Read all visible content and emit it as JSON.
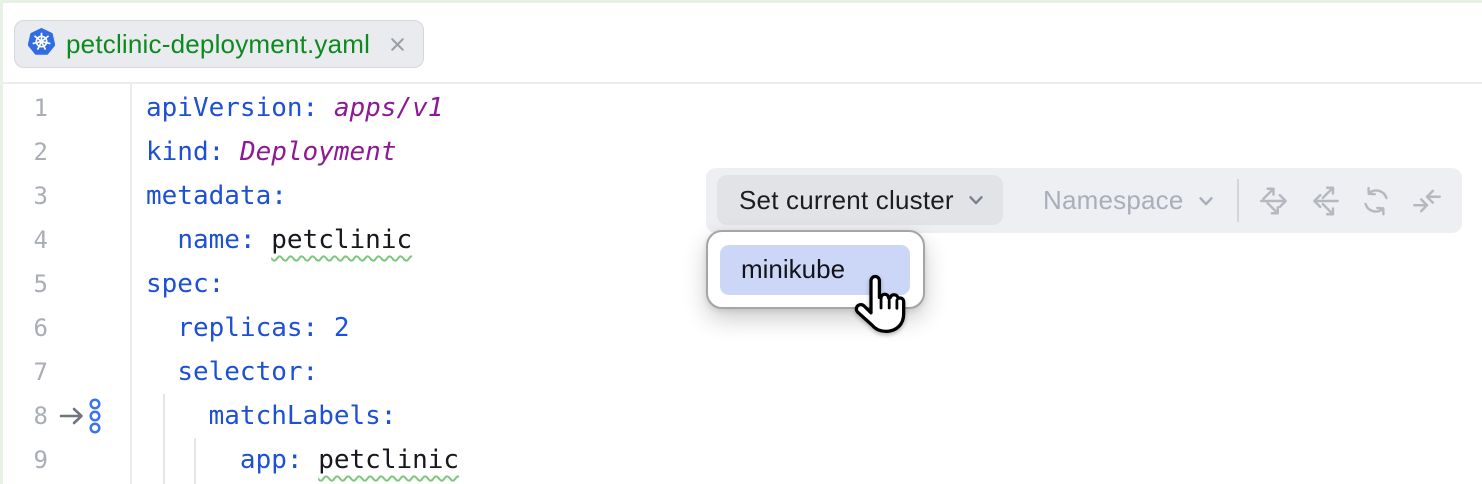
{
  "tab_bar": {
    "tab": {
      "filename": "petclinic-deployment.yaml",
      "icon": "kubernetes-icon"
    }
  },
  "editor": {
    "language": "yaml",
    "lines": [
      {
        "num": "1",
        "tokens": [
          [
            "key",
            "apiVersion:"
          ],
          [
            "plain",
            " "
          ],
          [
            "tag",
            "apps/v1"
          ]
        ]
      },
      {
        "num": "2",
        "tokens": [
          [
            "key",
            "kind:"
          ],
          [
            "plain",
            " "
          ],
          [
            "tag",
            "Deployment"
          ]
        ]
      },
      {
        "num": "3",
        "tokens": [
          [
            "key",
            "metadata:"
          ]
        ]
      },
      {
        "num": "4",
        "tokens": [
          [
            "plain",
            "  "
          ],
          [
            "key",
            "name:"
          ],
          [
            "plain",
            " "
          ],
          [
            "typo",
            "petclinic"
          ]
        ]
      },
      {
        "num": "5",
        "tokens": [
          [
            "key",
            "spec:"
          ]
        ]
      },
      {
        "num": "6",
        "tokens": [
          [
            "plain",
            "  "
          ],
          [
            "key",
            "replicas:"
          ],
          [
            "plain",
            " "
          ],
          [
            "num",
            "2"
          ]
        ]
      },
      {
        "num": "7",
        "tokens": [
          [
            "plain",
            "  "
          ],
          [
            "key",
            "selector:"
          ]
        ]
      },
      {
        "num": "8",
        "gutter_icon": "related-resource-icon",
        "tokens": [
          [
            "plain",
            "    "
          ],
          [
            "key",
            "matchLabels:"
          ]
        ]
      },
      {
        "num": "9",
        "tokens": [
          [
            "plain",
            "      "
          ],
          [
            "key",
            "app:"
          ],
          [
            "plain",
            " "
          ],
          [
            "typo",
            "petclinic"
          ]
        ]
      }
    ]
  },
  "toolbar": {
    "cluster_button": {
      "label": "Set current cluster",
      "icon": "chevron-down-icon"
    },
    "namespace_button": {
      "label": "Namespace",
      "icon": "chevron-down-icon",
      "disabled": true
    },
    "icons": [
      {
        "name": "apply-to-cluster-icon",
        "disabled": true
      },
      {
        "name": "compare-with-cluster-icon",
        "disabled": true
      },
      {
        "name": "refresh-icon",
        "disabled": true
      },
      {
        "name": "get-from-cluster-icon",
        "disabled": true
      }
    ]
  },
  "cluster_popup": {
    "items": [
      {
        "label": "minikube",
        "selected": true
      }
    ]
  },
  "cursor": {
    "type": "pointing-hand"
  },
  "colors": {
    "filename_green": "#0d8a1f",
    "yaml_key_blue": "#1d50d4",
    "yaml_value_purple": "#8f1896",
    "yaml_number_blue": "#1750eb",
    "code_text": "#16181d",
    "typo_squiggle_green": "#7ec87e",
    "selection_highlight": "#ccd7f8",
    "kubernetes_blue": "#326ce5"
  }
}
